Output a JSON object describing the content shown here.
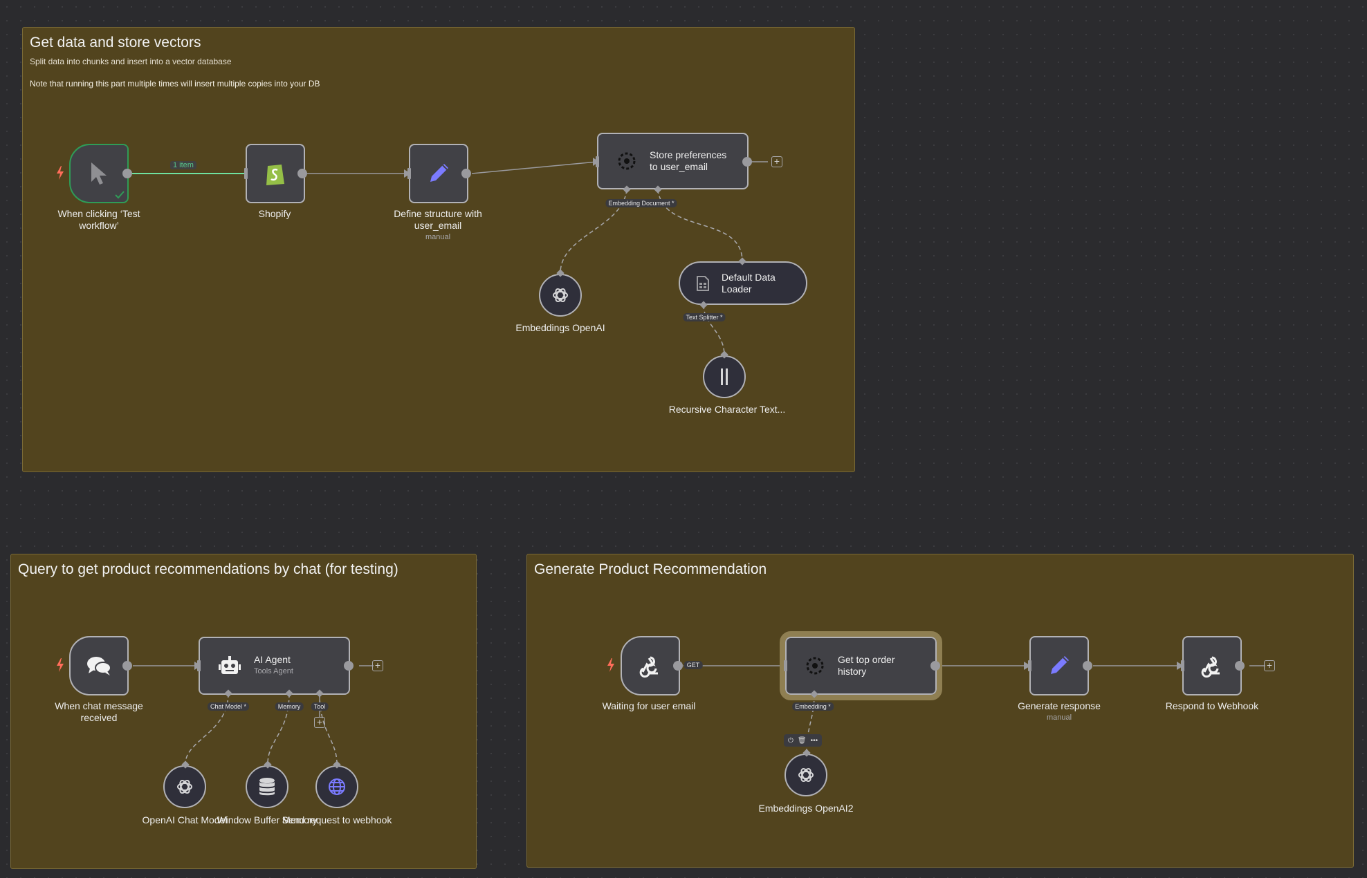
{
  "colors": {
    "accent_trigger": "#ff6d5a",
    "success": "#2f9c57",
    "link_active": "#6fe2a0",
    "ai_purple": "#7b7bff"
  },
  "stickies": {
    "top": {
      "title": "Get data and store vectors",
      "line1": "Split data into chunks and insert into a vector database",
      "line2": "Note that running this part multiple times will insert multiple copies into your DB"
    },
    "bottom_left": {
      "title": "Query to get product recommendations by chat (for testing)"
    },
    "bottom_right": {
      "title": "Generate Product Recommendation"
    }
  },
  "nodes": {
    "manual_trigger": {
      "label": "When clicking ‘Test workflow’",
      "icon": "cursor-icon"
    },
    "shopify": {
      "label": "Shopify",
      "icon": "shopify-icon"
    },
    "define_structure": {
      "label": "Define structure with user_email",
      "sub": "manual",
      "icon": "pencil-icon"
    },
    "store_prefs": {
      "label": "Store preferences to user_email",
      "icon": "vector-store-icon"
    },
    "embeddings_openai": {
      "label": "Embeddings OpenAI",
      "icon": "openai-icon"
    },
    "default_loader": {
      "label": "Default Data Loader",
      "icon": "document-icon"
    },
    "recursive_splitter": {
      "label": "Recursive Character Text...",
      "icon": "text-splitter-icon"
    },
    "chat_trigger": {
      "label": "When chat message received",
      "icon": "chat-icon"
    },
    "ai_agent": {
      "label": "AI Agent",
      "sub": "Tools Agent",
      "icon": "robot-icon"
    },
    "openai_chat": {
      "label": "OpenAI Chat Model",
      "icon": "openai-icon"
    },
    "window_memory": {
      "label": "Window Buffer Memory",
      "icon": "database-icon"
    },
    "send_request": {
      "label": "Send request to webhook",
      "icon": "globe-icon"
    },
    "webhook_wait": {
      "label": "Waiting for user email",
      "icon": "webhook-icon"
    },
    "top_orders": {
      "label": "Get top order history",
      "icon": "vector-store-icon"
    },
    "embeddings_openai2": {
      "label": "Embeddings OpenAI2",
      "icon": "openai-icon"
    },
    "generate_response": {
      "label": "Generate response",
      "sub": "manual",
      "icon": "pencil-icon"
    },
    "respond_webhook": {
      "label": "Respond to Webhook",
      "icon": "webhook-icon"
    }
  },
  "connections": {
    "items_count": "1 item",
    "embedding_document": "Embedding Document *",
    "text_splitter": "Text Splitter *",
    "chat_model": "Chat Model *",
    "memory": "Memory",
    "tool": "Tool",
    "embedding": "Embedding *",
    "get_method": "GET"
  },
  "toolbar": {
    "power": "⏻",
    "delete": "🗑",
    "more": "•••"
  },
  "add_button": "+"
}
